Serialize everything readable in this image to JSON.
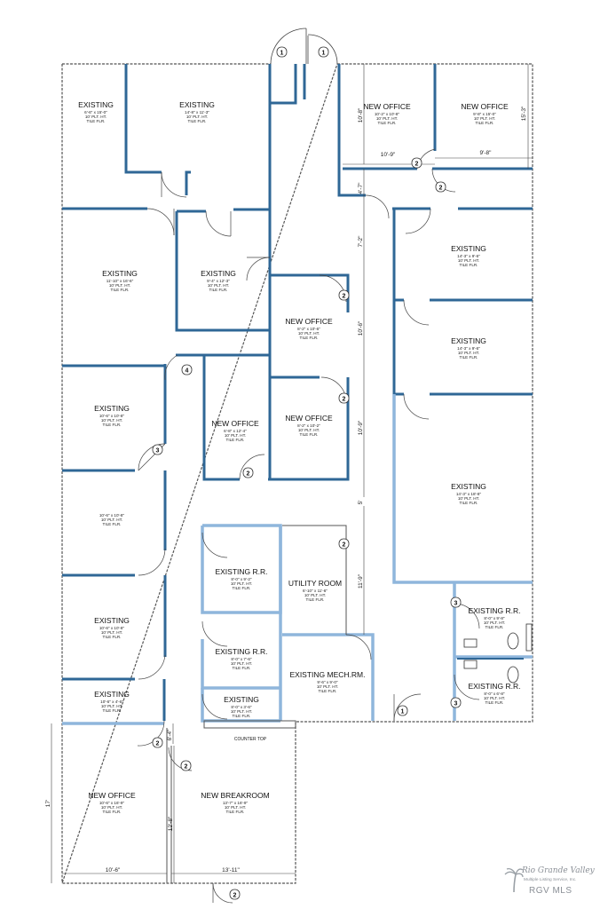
{
  "rooms": [
    {
      "id": "r1",
      "name": "EXISTING",
      "dims": "6'-6\" x 15'-0\"",
      "lines": [
        "10' PLT. HT.",
        "TILE FLR."
      ]
    },
    {
      "id": "r2",
      "name": "EXISTING",
      "dims": "14'-8\" x 11'-3\"",
      "lines": [
        "10' PLT. HT.",
        "TILE FLR."
      ]
    },
    {
      "id": "r3",
      "name": "NEW OFFICE",
      "dims": "10'-2\" x 10'-8\"",
      "lines": [
        "10' PLT. HT.",
        "TILE FLR."
      ]
    },
    {
      "id": "r4",
      "name": "NEW OFFICE",
      "dims": "9'-8\" x 15'-0\"",
      "lines": [
        "10' PLT. HT.",
        "TILE FLR."
      ]
    },
    {
      "id": "r5",
      "name": "EXISTING",
      "dims": "11'-10\" x 16'-6\"",
      "lines": [
        "10' PLT. HT.",
        "TILE FLR."
      ]
    },
    {
      "id": "r6",
      "name": "EXISTING",
      "dims": "9'-4\" x 12'-3\"",
      "lines": [
        "10' PLT. HT.",
        "TILE FLR."
      ]
    },
    {
      "id": "r7",
      "name": "EXISTING",
      "dims": "14'-3\" x 9'-6\"",
      "lines": [
        "10' PLT. HT.",
        "TILE FLR."
      ]
    },
    {
      "id": "r8",
      "name": "NEW OFFICE",
      "dims": "8'-2\" x 10'-6\"",
      "lines": [
        "10' PLT. HT.",
        "TILE FLR."
      ]
    },
    {
      "id": "r9",
      "name": "EXISTING",
      "dims": "14'-3\" x 9'-6\"",
      "lines": [
        "10' PLT. HT.",
        "TILE FLR."
      ]
    },
    {
      "id": "r10",
      "name": "EXISTING",
      "dims": "10'-6\" x 10'-8\"",
      "lines": [
        "10' PLT. HT.",
        "TILE FLR."
      ]
    },
    {
      "id": "r11",
      "name": "NEW OFFICE",
      "dims": "6'-8\" x 12'-4\"",
      "lines": [
        "10' PLT. HT.",
        "TILE FLR."
      ]
    },
    {
      "id": "r12",
      "name": "NEW OFFICE",
      "dims": "8'-2\" x 10'-2\"",
      "lines": [
        "10' PLT. HT.",
        "TILE FLR."
      ]
    },
    {
      "id": "r13",
      "name": "EXISTING",
      "dims": "14'-3\" x 18'-8\"",
      "lines": [
        "10' PLT. HT.",
        "TILE FLR."
      ]
    },
    {
      "id": "r14",
      "name": "",
      "dims": "10'-6\" x 10'-8\"",
      "lines": [
        "10' PLT. HT.",
        "TILE FLR."
      ]
    },
    {
      "id": "r15",
      "name": "EXISTING R.R.",
      "dims": "8'-0\" x 9'-2\"",
      "lines": [
        "10' PLT. HT.",
        "TILE FLR."
      ]
    },
    {
      "id": "r16",
      "name": "UTILITY ROOM",
      "dims": "6'-10\" x 11'-6\"",
      "lines": [
        "10' PLT. HT.",
        "TILE FLR."
      ]
    },
    {
      "id": "r17",
      "name": "EXISTING R.R.",
      "dims": "8'-0\" x 9'-8\"",
      "lines": [
        "10' PLT. HT.",
        "TILE FLR."
      ]
    },
    {
      "id": "r18",
      "name": "EXISTING",
      "dims": "10'-6\" x 10'-8\"",
      "lines": [
        "10' PLT. HT.",
        "TILE FLR."
      ]
    },
    {
      "id": "r19",
      "name": "EXISTING R.R.",
      "dims": "8'-0\" x 7'-6\"",
      "lines": [
        "10' PLT. HT.",
        "TILE FLR."
      ]
    },
    {
      "id": "r20",
      "name": "EXISTING MECH.RM.",
      "dims": "9'-6\" x 9'-0\"",
      "lines": [
        "10' PLT. HT.",
        "TILE FLR."
      ]
    },
    {
      "id": "r21",
      "name": "EXISTING R.R.",
      "dims": "8'-0\" x 6'-8\"",
      "lines": [
        "10' PLT. HT.",
        "TILE FLR."
      ]
    },
    {
      "id": "r22",
      "name": "EXISTING",
      "dims": "10'-6\" x 4'-6\"",
      "lines": [
        "10' PLT. HT.",
        "TILE FLR."
      ]
    },
    {
      "id": "r23",
      "name": "EXISTING",
      "dims": "8'-0\" x 3'-6\"",
      "lines": [
        "10' PLT. HT.",
        "TILE FLR."
      ]
    },
    {
      "id": "r24",
      "name": "NEW OFFICE",
      "dims": "10'-6\" x 16'-9\"",
      "lines": [
        "10' PLT. HT.",
        "TILE FLR."
      ]
    },
    {
      "id": "r25",
      "name": "NEW BREAKROOM",
      "dims": "13'-7\" x 16'-9\"",
      "lines": [
        "10' PLT. HT.",
        "TILE FLR."
      ]
    }
  ],
  "dimensions": {
    "d1": "10'-8\"",
    "d2": "10'-9\"",
    "d3": "9'-8\"",
    "d4": "15'-3\"",
    "d5": "4'-7\"",
    "d6": "7'-2\"",
    "d7": "10'-6\"",
    "d8": "10'-9\"",
    "d9": "5'",
    "d10": "11'-9\"",
    "d11": "6'-4\"",
    "d12": "17'",
    "d13": "12'-8\"",
    "d14": "10'-6\"",
    "d15": "13'-11\""
  },
  "door_tags": {
    "t1": "1",
    "t2": "2",
    "t4": "4",
    "t3": "3"
  },
  "counter_label": "COUNTER TOP",
  "logo": {
    "script": "Rio Grande Valley",
    "sub": "Multiple Listing Service, Inc.",
    "mls": "RGV MLS"
  },
  "colors": {
    "new_wall": "#2f6796",
    "existing_wall": "#8fb6dc",
    "outline": "#444444"
  }
}
